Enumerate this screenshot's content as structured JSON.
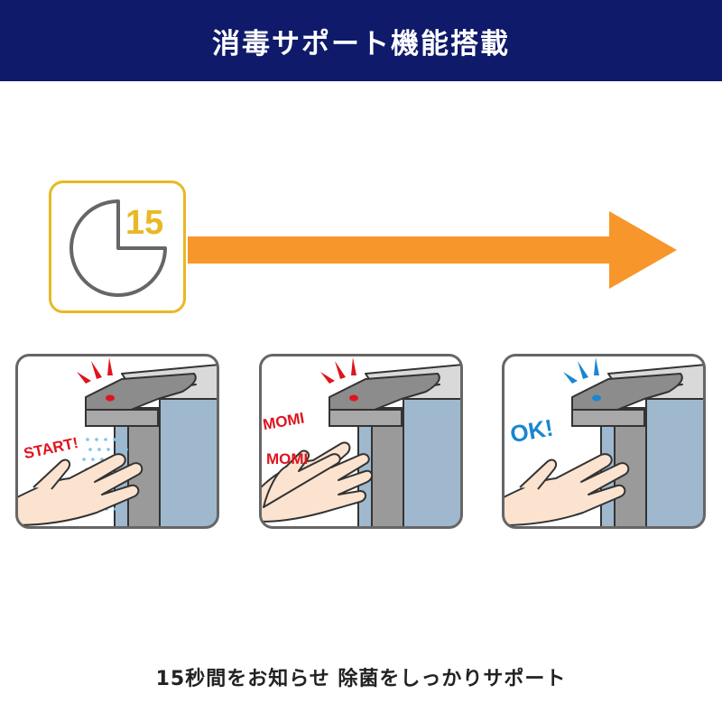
{
  "header": {
    "title": "消毒サポート機能搭載"
  },
  "timer": {
    "seconds": "15",
    "icon": "clock-icon",
    "accent": "#e9b824"
  },
  "arrow": {
    "color": "#f7962a"
  },
  "panels": [
    {
      "label": "START!",
      "label2": "",
      "label_color": "#e0141e",
      "light_color": "#e0141e",
      "spray": true
    },
    {
      "label": "MOMI",
      "label2": "MOMI",
      "label_color": "#e0141e",
      "light_color": "#e0141e",
      "spray": false
    },
    {
      "label": "OK!",
      "label2": "",
      "label_color": "#1a86d0",
      "light_color": "#1a86d0",
      "spray": false
    }
  ],
  "caption": "15秒間をお知らせ 除菌をしっかりサポート"
}
